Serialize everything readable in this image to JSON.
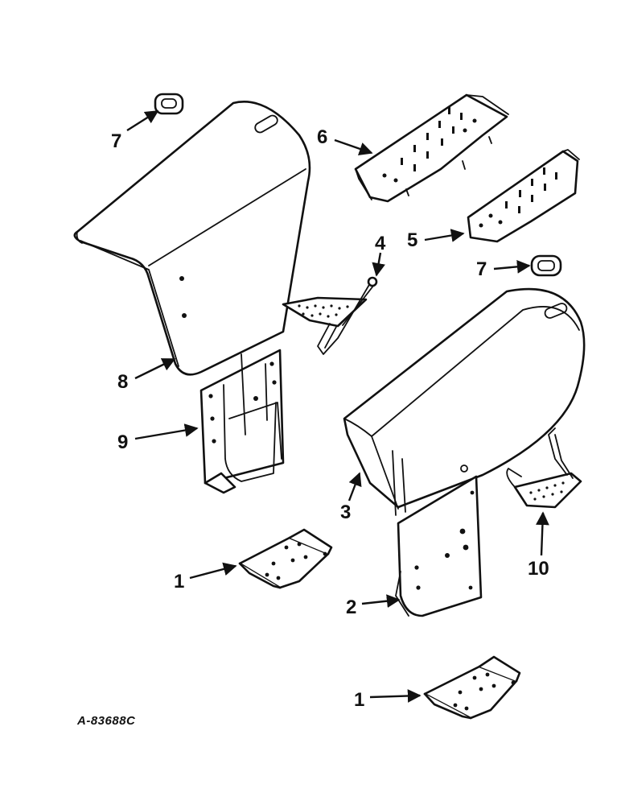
{
  "figure": {
    "drawing_number": "A-83688C"
  },
  "callouts": [
    {
      "id": "c7a",
      "text": "7"
    },
    {
      "id": "c6",
      "text": "6"
    },
    {
      "id": "c5",
      "text": "5"
    },
    {
      "id": "c4",
      "text": "4"
    },
    {
      "id": "c7b",
      "text": "7"
    },
    {
      "id": "c8",
      "text": "8"
    },
    {
      "id": "c9",
      "text": "9"
    },
    {
      "id": "c3",
      "text": "3"
    },
    {
      "id": "c10",
      "text": "10"
    },
    {
      "id": "c1a",
      "text": "1"
    },
    {
      "id": "c2",
      "text": "2"
    },
    {
      "id": "c1b",
      "text": "1"
    }
  ]
}
